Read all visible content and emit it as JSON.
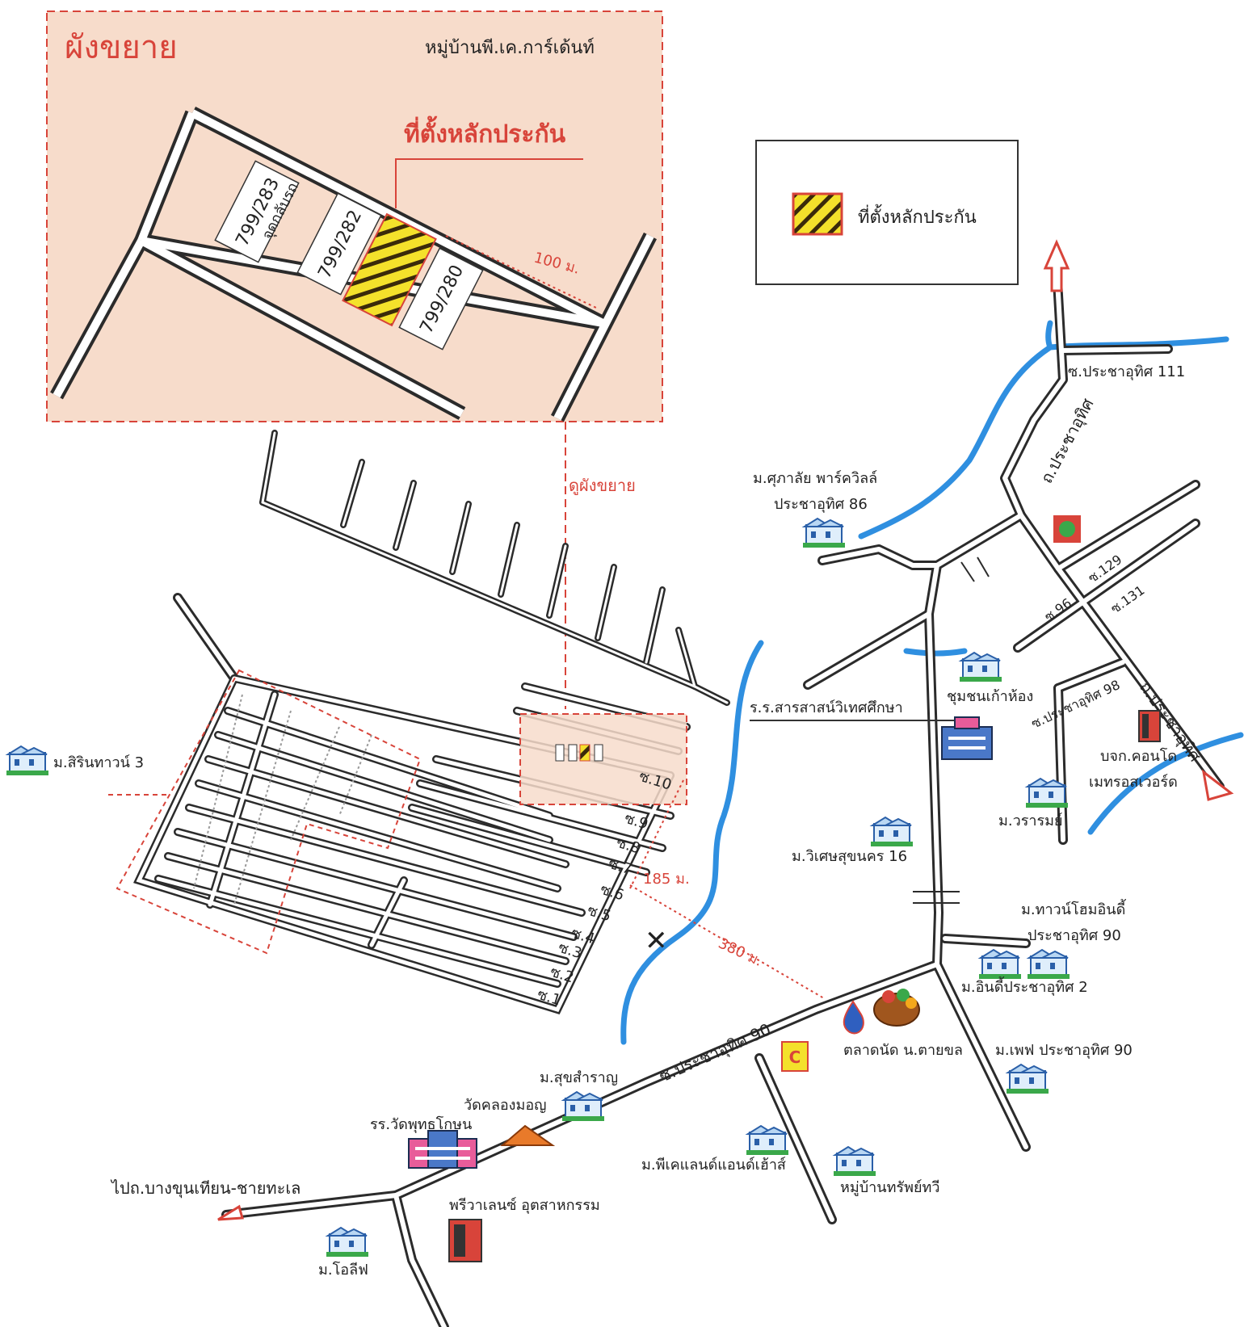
{
  "inset": {
    "title": "ผังขยาย",
    "village": "หมู่บ้านพี.เค.การ์เด้นท์",
    "collateral_label": "ที่ตั้งหลักประกัน",
    "plots": [
      "799/283",
      "799/282",
      "799/280"
    ],
    "parking": "จุดกลับรถ",
    "distance": "100 ม."
  },
  "legend": {
    "label": "ที่ตั้งหลักประกัน"
  },
  "see_inset": "ดูผังขยาย",
  "roads": {
    "prachauthit": "ถ.ประชาอุทิศ",
    "soi90": "ซ.ประชาอุทิศ 90",
    "soi111": "ซ.ประชาอุทิศ 111",
    "soi98": "ซ.ประชาอุทิศ 98",
    "s129": "ซ.129",
    "s131": "ซ.131",
    "s96": "ซ.96",
    "sois": [
      "ซ.1",
      "ซ.2",
      "ซ.3",
      "ซ.4",
      "ซ.5",
      "ซ.6",
      "ซ.7",
      "ซ.8",
      "ซ.9",
      "ซ.10"
    ],
    "to_bangkhunthian": "ไปถ.บางขุนเทียน-ชายทะเล"
  },
  "distances": {
    "d185": "185 ม.",
    "d380": "380 ม."
  },
  "places": {
    "sirin": "ม.สิรินทาวน์ 3",
    "supalai_1": "ม.ศุภาลัย พาร์ควิลล์",
    "supalai_2": "ประชาอุทิศ 86",
    "school": "ร.ร.สารสาสน์วิเทศศึกษา",
    "community": "ชุมชนเก้าห้อง",
    "condo_1": "บจก.คอนโด",
    "condo_2": "เมทรอสเวอร์ด",
    "waraporn": "ม.วรารมย์",
    "wisetsuk": "ม.วิเศษสุขนคร 16",
    "townhome_1": "ม.ทาวน์โฮมอินดี้",
    "townhome_2": "ประชาอุทิศ 90",
    "indy2": "ม.อินดี้ประชาอุทิศ 2",
    "pep": "ม.เพฟ ประชาอุทิศ 90",
    "market": "ตลาดนัด น.ตายขล",
    "sukhamran": "ม.สุขสำราญ",
    "watkhlong": "วัดคลองมอญ",
    "school2": "รร.วัดพุทธโกษน",
    "pkland": "ม.พีเคแลนด์แอนด์เฮ้าส์",
    "sapthawi": "หมู่บ้านทรัพย์ทวี",
    "factory": "พรีวาเลนซ์ อุตสาหกรรม",
    "olive": "ม.โอลีฟ"
  },
  "colors": {
    "red": "#d8443a",
    "peach": "#f7dccb",
    "canal": "#2f8fe0",
    "hatch": "#f4e12b"
  }
}
